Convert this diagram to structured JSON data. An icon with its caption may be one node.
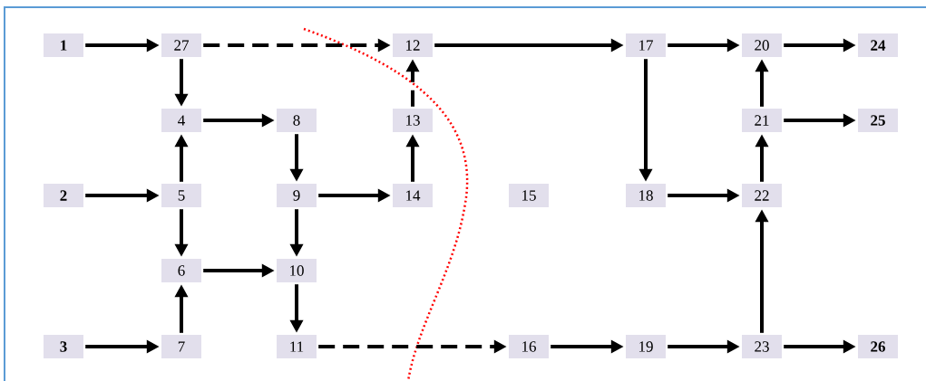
{
  "diagram": {
    "nodes": [
      {
        "text": [
          "1"
        ]
      },
      {
        "text": [
          "27"
        ]
      },
      {
        "text": [
          "12"
        ]
      },
      {
        "text": [
          "17"
        ]
      },
      {
        "text": [
          "20"
        ]
      },
      {
        "text": [
          "24"
        ]
      },
      {
        "text": [
          "4"
        ]
      },
      {
        "text": [
          "8"
        ]
      },
      {
        "text": [
          "13"
        ]
      },
      {
        "text": [
          "21"
        ]
      },
      {
        "text": [
          "25"
        ]
      },
      {
        "text": [
          "2"
        ]
      },
      {
        "text": [
          "5"
        ]
      },
      {
        "text": [
          "9"
        ]
      },
      {
        "text": [
          "14"
        ]
      },
      {
        "text": [
          "15"
        ]
      },
      {
        "text": [
          "18"
        ]
      },
      {
        "text": [
          "22"
        ]
      },
      {
        "text": [
          "6"
        ]
      },
      {
        "text": [
          "10"
        ]
      },
      {
        "text": [
          "3"
        ]
      },
      {
        "text": [
          "7"
        ]
      },
      {
        "text": [
          "11"
        ]
      },
      {
        "text": [
          "16"
        ]
      },
      {
        "text": [
          "19"
        ]
      },
      {
        "text": [
          "23"
        ]
      },
      {
        "text": [
          "26"
        ]
      }
    ],
    "edges": [
      {
        "from": 0,
        "to": 1,
        "arrow": "to"
      },
      {
        "from": 1,
        "to": 2,
        "arrow": "to",
        "style": "dashed"
      },
      {
        "from": 2,
        "to": 3,
        "arrow": "to"
      },
      {
        "from": 3,
        "to": 4,
        "arrow": "to"
      },
      {
        "from": 4,
        "to": 5,
        "arrow": "to"
      },
      {
        "from": 1,
        "to": 6,
        "arrow": "to"
      },
      {
        "from": 6,
        "to": 7,
        "arrow": "to"
      },
      {
        "from": 8,
        "to": 2,
        "arrow": "to",
        "style": "dashed"
      },
      {
        "from": 9,
        "to": 4,
        "arrow": "to"
      },
      {
        "from": 9,
        "to": 10,
        "arrow": "to"
      },
      {
        "from": 11,
        "to": 12,
        "arrow": "to"
      },
      {
        "from": 12,
        "to": 6,
        "arrow": "to"
      },
      {
        "from": 12,
        "to": 18,
        "arrow": "to"
      },
      {
        "from": 7,
        "to": 13,
        "arrow": "to"
      },
      {
        "from": 13,
        "to": 14,
        "arrow": "to"
      },
      {
        "from": 13,
        "to": 19,
        "arrow": "to"
      },
      {
        "from": 14,
        "to": 8,
        "arrow": "to"
      },
      {
        "from": 3,
        "to": 16,
        "arrow": "to"
      },
      {
        "from": 16,
        "to": 17,
        "arrow": "to"
      },
      {
        "from": 17,
        "to": 9,
        "arrow": "to"
      },
      {
        "from": 18,
        "to": 19,
        "arrow": "to"
      },
      {
        "from": 21,
        "to": 18,
        "arrow": "to"
      },
      {
        "from": 19,
        "to": 22,
        "arrow": "to"
      },
      {
        "from": 22,
        "to": 23,
        "arrow": "to",
        "style": "dashed"
      },
      {
        "from": 20,
        "to": 21,
        "arrow": "to"
      },
      {
        "from": 23,
        "to": 24,
        "arrow": "to"
      },
      {
        "from": 24,
        "to": 25,
        "arrow": "to"
      },
      {
        "from": 25,
        "to": 17,
        "arrow": "to"
      },
      {
        "from": 25,
        "to": 26,
        "arrow": "to"
      }
    ]
  }
}
